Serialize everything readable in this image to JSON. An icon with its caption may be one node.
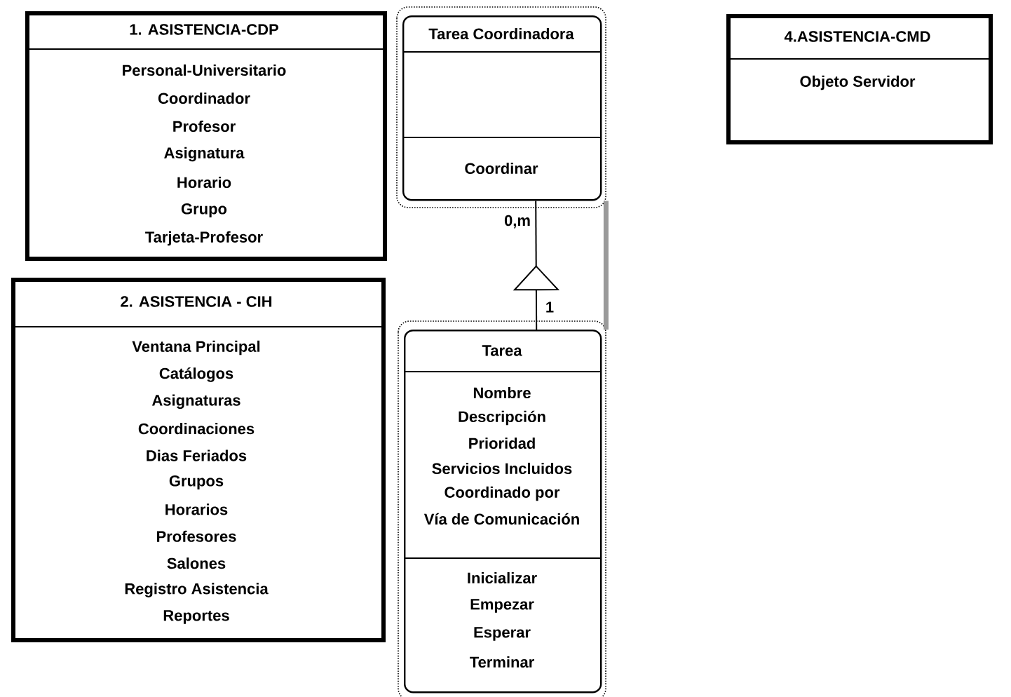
{
  "diagram": {
    "nodes": [
      {
        "text": [
          "1. ASISTENCIA-CDP",
          "Personal-Universitario",
          "Coordinador",
          "Profesor",
          "Asignatura",
          "Horario",
          "Grupo",
          "Tarjeta-Profesor"
        ]
      },
      {
        "text": [
          "Tarea Coordinadora",
          "Coordinar"
        ]
      },
      {
        "text": [
          "4.ASISTENCIA-CMD",
          "Objeto Servidor"
        ]
      },
      {
        "text": [
          "2. ASISTENCIA - CIH",
          "Ventana Principal",
          "Catálogos",
          "Asignaturas",
          "Coordinaciones",
          "Dias Feriados",
          "Grupos",
          "Horarios",
          "Profesores",
          "Salones",
          "Registro Asistencia",
          "Reportes"
        ]
      },
      {
        "text": [
          "Tarea",
          "Nombre",
          "Descripción",
          "Prioridad",
          "Servicios Incluidos",
          "Coordinado por",
          "Vía de Comunicación",
          "Inicializar",
          "Empezar",
          "Esperar",
          "Terminar"
        ]
      }
    ],
    "edges": [
      {
        "from": 4,
        "to": 1,
        "arrow": "to"
      },
      {
        "from": 1,
        "to": 4,
        "arrow": "none",
        "style": "thick",
        "color": "#9a9a9a"
      }
    ],
    "labels": [
      "0,m",
      "1"
    ]
  }
}
